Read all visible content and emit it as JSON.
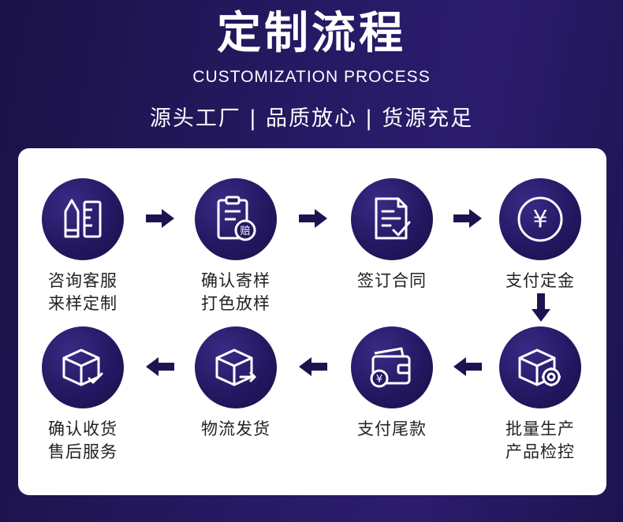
{
  "header": {
    "title": "定制流程",
    "subtitle": "CUSTOMIZATION PROCESS",
    "tagline": [
      "源头工厂",
      "品质放心",
      "货源充足"
    ],
    "separator": "|"
  },
  "colors": {
    "background": "#231860",
    "circle": "#241862",
    "card": "#ffffff",
    "text": "#222222"
  },
  "steps": [
    {
      "icon": "ruler-pencil-icon",
      "line1": "咨询客服",
      "line2": "来样定制"
    },
    {
      "icon": "clipboard-compensation-icon",
      "line1": "确认寄样",
      "line2": "打色放样",
      "badge": "赔"
    },
    {
      "icon": "contract-check-icon",
      "line1": "签订合同",
      "line2": ""
    },
    {
      "icon": "yen-coin-icon",
      "line1": "支付定金",
      "line2": "",
      "symbol": "¥"
    },
    {
      "icon": "box-gear-icon",
      "line1": "批量生产",
      "line2": "产品检控"
    },
    {
      "icon": "wallet-yen-icon",
      "line1": "支付尾款",
      "line2": "",
      "symbol": "¥"
    },
    {
      "icon": "box-arrow-icon",
      "line1": "物流发货",
      "line2": ""
    },
    {
      "icon": "box-check-icon",
      "line1": "确认收货",
      "line2": "售后服务"
    }
  ]
}
